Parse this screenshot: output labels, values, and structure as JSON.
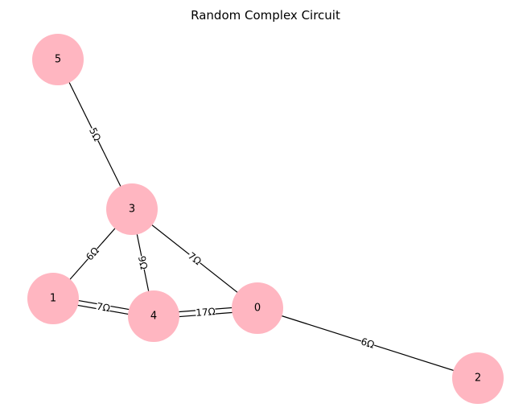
{
  "diagram": {
    "title": "Random Complex Circuit",
    "node_color": "#ffb6c1",
    "edge_color": "#000000",
    "nodes": [
      {
        "id": "5",
        "label": "5"
      },
      {
        "id": "3",
        "label": "3"
      },
      {
        "id": "1",
        "label": "1"
      },
      {
        "id": "4",
        "label": "4"
      },
      {
        "id": "0",
        "label": "0"
      },
      {
        "id": "2",
        "label": "2"
      }
    ],
    "edges": [
      {
        "from": "5",
        "to": "3",
        "label": "5Ω"
      },
      {
        "from": "3",
        "to": "1",
        "label": "6Ω"
      },
      {
        "from": "3",
        "to": "4",
        "label": "9Ω"
      },
      {
        "from": "3",
        "to": "0",
        "label": "7Ω"
      },
      {
        "from": "1",
        "to": "4",
        "label": "7Ω"
      },
      {
        "from": "4",
        "to": "0",
        "label": "17Ω"
      },
      {
        "from": "0",
        "to": "2",
        "label": "6Ω"
      }
    ]
  }
}
